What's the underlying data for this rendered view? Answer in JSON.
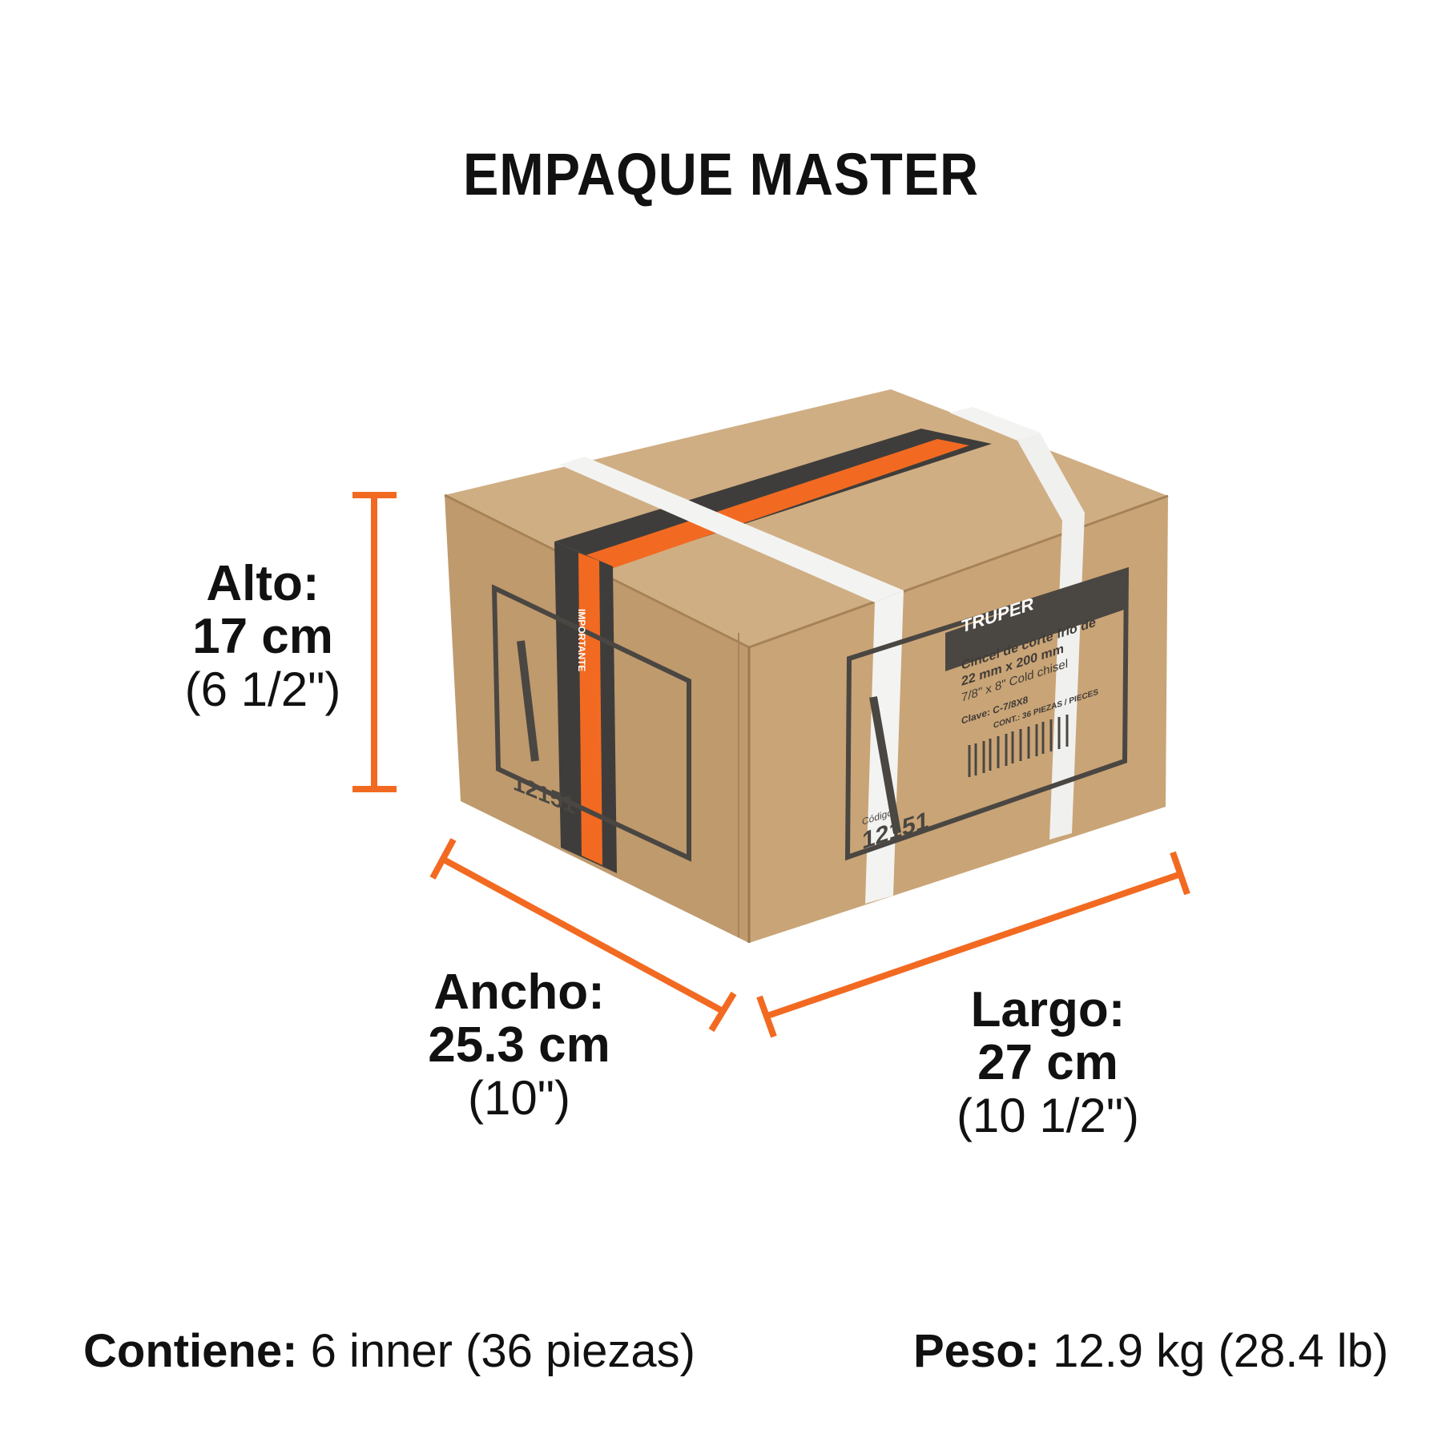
{
  "title": "EMPAQUE MASTER",
  "dimensions": {
    "alto": {
      "label": "Alto:",
      "value": "17 cm",
      "inches": "(6 1/2\")"
    },
    "ancho": {
      "label": "Ancho:",
      "value": "25.3 cm",
      "inches": "(10\")"
    },
    "largo": {
      "label": "Largo:",
      "value": "27 cm",
      "inches": "(10 1/2\")"
    }
  },
  "contents": {
    "label": "Contiene:",
    "value": "6 inner (36 piezas)"
  },
  "weight": {
    "label": "Peso:",
    "value": "12.9 kg (28.4 lb)"
  },
  "box_label": {
    "brand": "TRUPER",
    "product_es_1": "Cincel de corte frío de",
    "product_es_2": "22 mm x 200 mm",
    "product_en": "7/8\" x 8\" Cold chisel",
    "clave": "Clave: C-7/8X8",
    "contents": "CONT.: 36 PIEZAS / PIECES",
    "codigo_label": "Código",
    "code": "12151",
    "tape_text": "IMPORTANTE"
  },
  "colors": {
    "accent_orange": "#F26A21",
    "cardboard": "#C9A478",
    "cardboard_side": "#B8916A",
    "cardboard_top": "#CDAB80",
    "label_dark": "#4A4642"
  }
}
